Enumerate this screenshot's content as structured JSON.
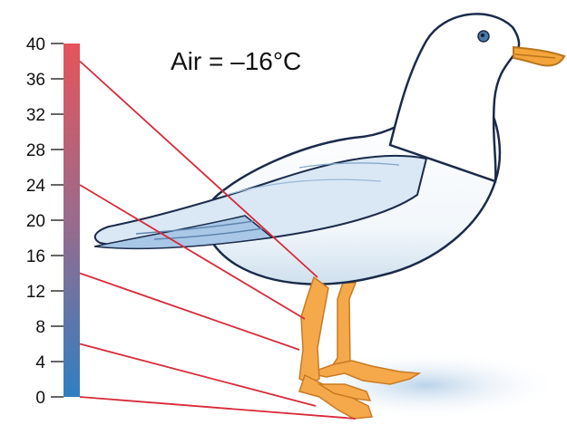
{
  "air_label": "Air = –16°C",
  "scale": {
    "min": 0,
    "max": 40,
    "ticks": [
      {
        "value": 0,
        "label": "0"
      },
      {
        "value": 4,
        "label": "4"
      },
      {
        "value": 8,
        "label": "8"
      },
      {
        "value": 12,
        "label": "12"
      },
      {
        "value": 16,
        "label": "16"
      },
      {
        "value": 20,
        "label": "20"
      },
      {
        "value": 24,
        "label": "24"
      },
      {
        "value": 28,
        "label": "28"
      },
      {
        "value": 32,
        "label": "32"
      },
      {
        "value": 36,
        "label": "36"
      },
      {
        "value": 40,
        "label": "40"
      }
    ],
    "color_hot": "#e5545a",
    "color_cold": "#2f7fc2"
  },
  "leader_lines": [
    {
      "temperature": 38,
      "body_part": "upper leg"
    },
    {
      "temperature": 24,
      "body_part": "knee"
    },
    {
      "temperature": 14,
      "body_part": "lower leg"
    },
    {
      "temperature": 6,
      "body_part": "ankle"
    },
    {
      "temperature": 0,
      "body_part": "foot"
    }
  ],
  "colors": {
    "leader": "#d82a3a",
    "feather_white": "#ffffff",
    "feather_shadow": "#d7e6f1",
    "wing_blue": "#a9c7e6",
    "leg_orange": "#f5a94a",
    "beak_orange": "#f4a53a"
  }
}
